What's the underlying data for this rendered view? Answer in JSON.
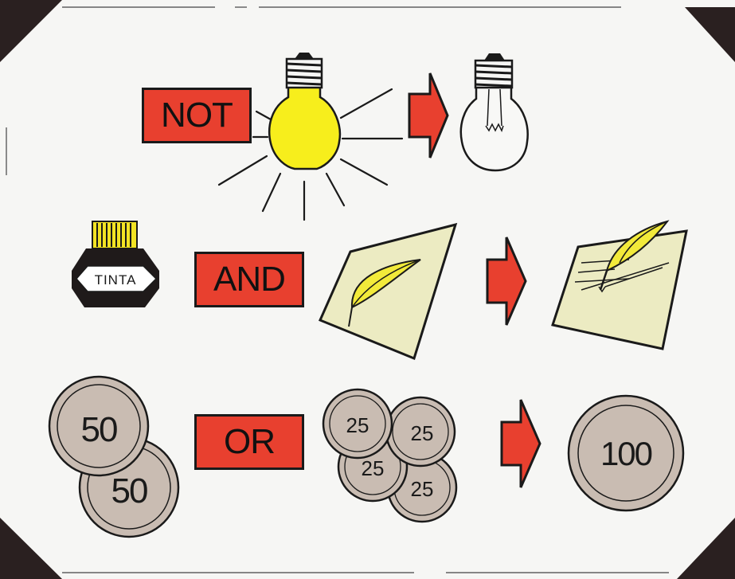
{
  "rows": {
    "not": {
      "operator": "NOT"
    },
    "and": {
      "operator": "AND",
      "bottle_label": "TINTA"
    },
    "or": {
      "operator": "OR",
      "left_coins": [
        "50",
        "50"
      ],
      "middle_coins": [
        "25",
        "25",
        "25",
        "25"
      ],
      "result_coin": "100"
    }
  },
  "colors": {
    "operator_box": "#e8402f",
    "bulb_on": "#f7ee1c",
    "feather": "#f2ea3a",
    "paper": "#ecebc2",
    "coin": "#c9bcb2",
    "arrow": "#e8402f",
    "outline": "#1a1a1a"
  }
}
